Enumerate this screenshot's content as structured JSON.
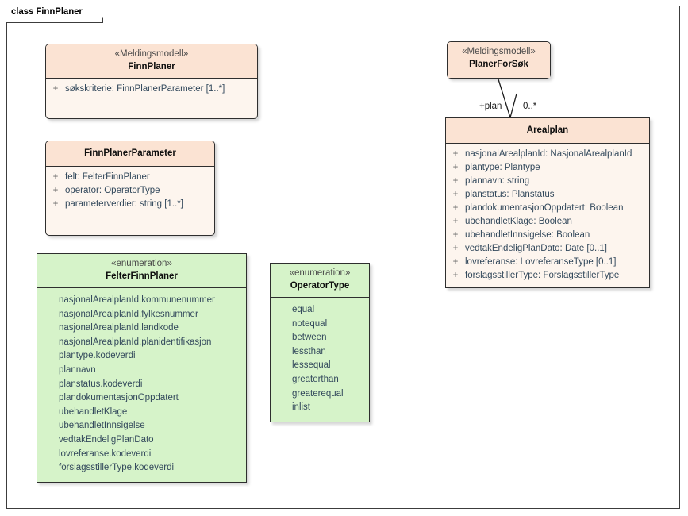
{
  "diagram": {
    "title": "class FinnPlaner",
    "type": "uml-class-diagram",
    "colors": {
      "class_header": "#fbe3d3",
      "class_body": "#fdf5ee",
      "enumeration": "#d6f3c9",
      "border": "#2e2e2e",
      "attribute_text": "#33495c"
    }
  },
  "classes": [
    {
      "id": "finnplaner",
      "stereotype": "«Meldingsmodell»",
      "name": "FinnPlaner",
      "attributes": [
        {
          "visibility": "+",
          "text": "søkskriterie: FinnPlanerParameter [1..*]"
        }
      ]
    },
    {
      "id": "finnplanerparameter",
      "stereotype": "",
      "name": "FinnPlanerParameter",
      "attributes": [
        {
          "visibility": "+",
          "text": "felt: FelterFinnPlaner"
        },
        {
          "visibility": "+",
          "text": "operator: OperatorType"
        },
        {
          "visibility": "+",
          "text": "parameterverdier: string [1..*]"
        }
      ]
    },
    {
      "id": "planerforsok",
      "stereotype": "«Meldingsmodell»",
      "name": "PlanerForSøk",
      "attributes": []
    },
    {
      "id": "arealplan",
      "stereotype": "",
      "name": "Arealplan",
      "attributes": [
        {
          "visibility": "+",
          "text": "nasjonalArealplanId: NasjonalArealplanId"
        },
        {
          "visibility": "+",
          "text": "plantype: Plantype"
        },
        {
          "visibility": "+",
          "text": "plannavn: string"
        },
        {
          "visibility": "+",
          "text": "planstatus: Planstatus"
        },
        {
          "visibility": "+",
          "text": "plandokumentasjonOppdatert: Boolean"
        },
        {
          "visibility": "+",
          "text": "ubehandletKlage: Boolean"
        },
        {
          "visibility": "+",
          "text": "ubehandletInnsigelse: Boolean"
        },
        {
          "visibility": "+",
          "text": "vedtakEndeligPlanDato: Date [0..1]"
        },
        {
          "visibility": "+",
          "text": "lovreferanse: LovreferanseType [0..1]"
        },
        {
          "visibility": "+",
          "text": "forslagsstillerType: ForslagsstillerType"
        }
      ]
    }
  ],
  "enumerations": [
    {
      "id": "felterfinnplaner",
      "stereotype": "«enumeration»",
      "name": "FelterFinnPlaner",
      "literals": [
        "nasjonalArealplanId.kommunenummer",
        "nasjonalArealplanId.fylkesnummer",
        "nasjonalArealplanId.landkode",
        "nasjonalArealplanId.planidentifikasjon",
        "plantype.kodeverdi",
        "plannavn",
        "planstatus.kodeverdi",
        "plandokumentasjonOppdatert",
        "ubehandletKlage",
        "ubehandletInnsigelse",
        "vedtakEndeligPlanDato",
        "lovreferanse.kodeverdi",
        "forslagsstillerType.kodeverdi"
      ]
    },
    {
      "id": "operatortype",
      "stereotype": "«enumeration»",
      "name": "OperatorType",
      "literals": [
        "equal",
        "notequal",
        "between",
        "lessthan",
        "lessequal",
        "greaterthan",
        "greaterequal",
        "inlist"
      ]
    }
  ],
  "associations": [
    {
      "id": "planerforsok-arealplan",
      "source": "PlanerForSøk",
      "target": "Arealplan",
      "role_label": "+plan",
      "multiplicity": "0..*"
    }
  ]
}
